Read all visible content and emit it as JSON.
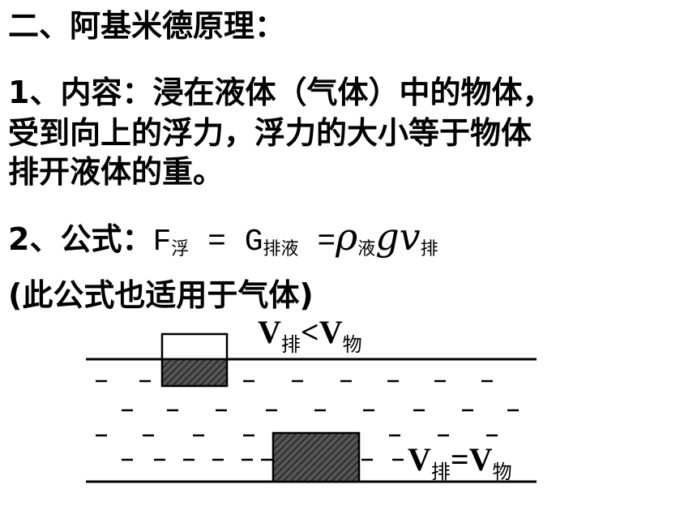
{
  "heading": "二、阿基米德原理：",
  "content": {
    "line1": "1、内容：浸在液体（气体）中的物体，",
    "line2": "受到向上的浮力，浮力的大小等于物体",
    "line3": "排开液体的重。"
  },
  "formula": {
    "prefix": "2、公式：",
    "F": "F",
    "F_sub": "浮",
    "eq1": " = ",
    "G": "G",
    "G_sub": "排液",
    "eq2": " =",
    "rho": "ρ",
    "rho_sub": "液",
    "g": "g",
    "v": "v",
    "v_sub": "排"
  },
  "note": "(此公式也适用于气体)",
  "diagram": {
    "top_label": {
      "V": "V",
      "sub1": "排",
      "op": "<",
      "V2": "V",
      "sub2": "物"
    },
    "bottom_label": {
      "V": "V",
      "sub1": "排",
      "op": "=",
      "V2": "V",
      "sub2": "物"
    },
    "colors": {
      "ink": "#000000",
      "block_fill": "#555555",
      "hatch": "#222222"
    }
  }
}
